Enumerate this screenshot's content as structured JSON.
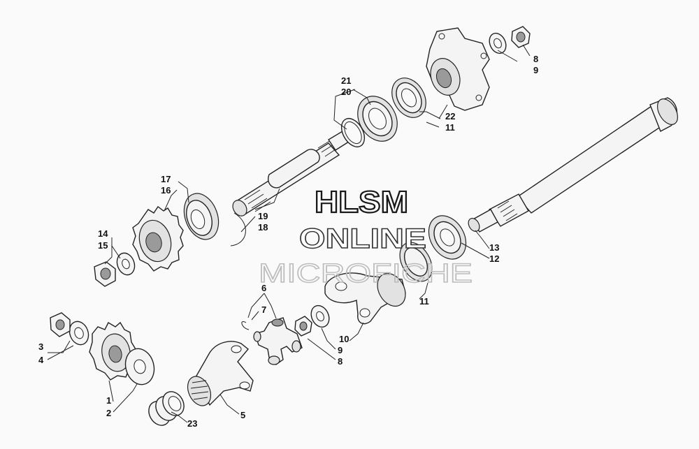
{
  "watermark": {
    "line1": "HLSM",
    "line2": "ONLINE",
    "line3": "MICROFICHE"
  },
  "callouts": {
    "c1": "1",
    "c2": "2",
    "c3": "3",
    "c4": "4",
    "c5": "5",
    "c6": "6",
    "c7": "7",
    "c8a": "8",
    "c9a": "9",
    "c9b": "9",
    "c8b": "8",
    "c10": "10",
    "c11a": "11",
    "c11b": "11",
    "c12": "12",
    "c13": "13",
    "c14": "14",
    "c15": "15",
    "c16": "16",
    "c17": "17",
    "c18": "18",
    "c19": "19",
    "c20": "20",
    "c21": "21",
    "c22": "22",
    "c23": "23"
  }
}
